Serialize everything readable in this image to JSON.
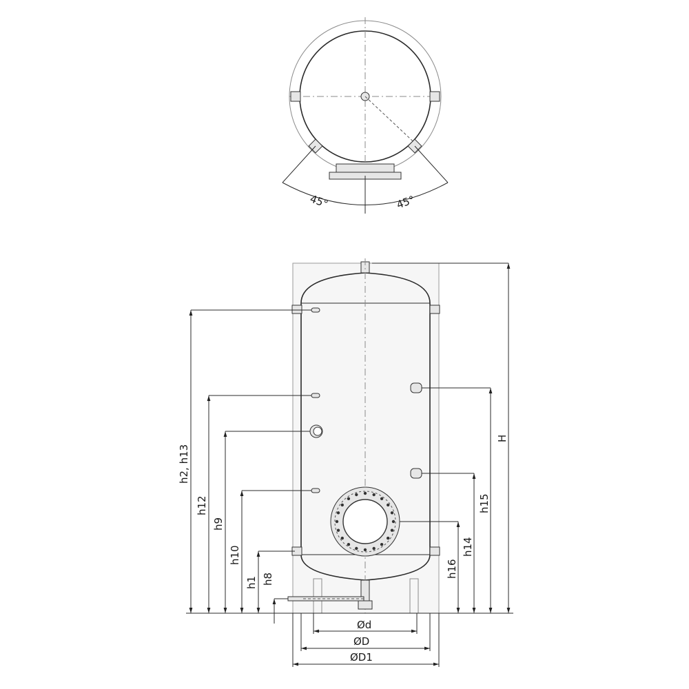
{
  "top_view": {
    "angle_left": "45°",
    "angle_right": "45°"
  },
  "dimensions": {
    "H": "H",
    "h2_h13": "h2, h13",
    "h12": "h12",
    "h9": "h9",
    "h10": "h10",
    "h1": "h1",
    "h8": "h8",
    "h16": "h16",
    "h14": "h14",
    "h15": "h15",
    "d": "Ød",
    "D": "ØD",
    "D1": "ØD1"
  }
}
